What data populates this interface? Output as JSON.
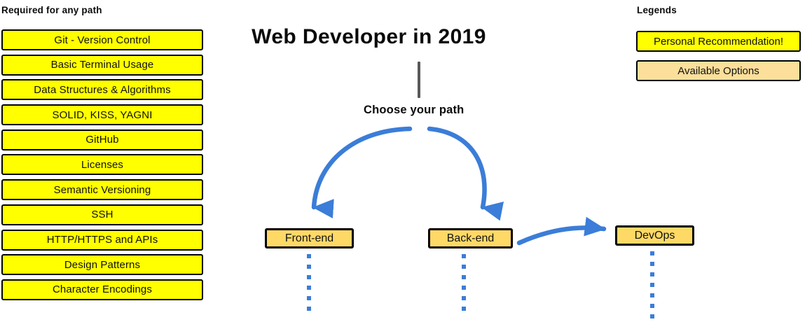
{
  "diagram": {
    "title": "Web Developer in 2019",
    "branch_prompt": "Choose your path"
  },
  "required": {
    "heading": "Required for any path",
    "items": [
      {
        "label": "Git - Version Control"
      },
      {
        "label": "Basic Terminal Usage"
      },
      {
        "label": "Data Structures & Algorithms"
      },
      {
        "label": "SOLID, KISS, YAGNI"
      },
      {
        "label": "GitHub"
      },
      {
        "label": "Licenses"
      },
      {
        "label": "Semantic Versioning"
      },
      {
        "label": "SSH"
      },
      {
        "label": "HTTP/HTTPS and APIs"
      },
      {
        "label": "Design Patterns"
      },
      {
        "label": "Character Encodings"
      }
    ]
  },
  "paths": {
    "frontend": {
      "label": "Front-end",
      "dots": 6
    },
    "backend": {
      "label": "Back-end",
      "dots": 6
    },
    "devops": {
      "label": "DevOps",
      "dots": 7
    }
  },
  "legends": {
    "heading": "Legends",
    "items": [
      {
        "label": "Personal Recommendation!",
        "color": "#ffff00"
      },
      {
        "label": "Available Options",
        "color": "#fbdf9b"
      }
    ]
  },
  "colors": {
    "recommendation": "#ffff00",
    "option": "#ffd966",
    "arrow": "#3b7dd8",
    "stem": "#595959",
    "outline": "#000000"
  }
}
